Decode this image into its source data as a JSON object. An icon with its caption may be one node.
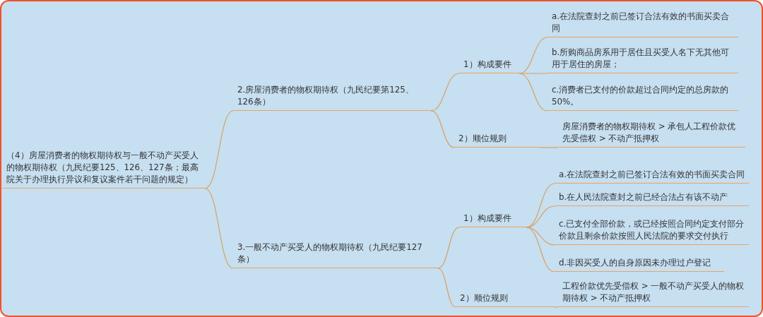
{
  "diagram": {
    "nodes": [
      {
        "text": [
          "（4）房屋消费者的物权期待权与一般不动产买受人的物权期待权（九民纪要125、126、127条；最高院关于办理执行异议和复议案件若干问题的规定）"
        ]
      },
      {
        "text": [
          "2.房屋消费者的物权期待权（九民纪要第125、126条）"
        ]
      },
      {
        "text": [
          "1）构成要件"
        ]
      },
      {
        "text": [
          "a.在法院查封之前已签订合法有效的书面买卖合同"
        ]
      },
      {
        "text": [
          "b.所购商品房系用于居住且买受人名下无其他可用于居住的房屋；"
        ]
      },
      {
        "text": [
          "c.消费者已支付的价款超过合同约定的总房款的50%。"
        ]
      },
      {
        "text": [
          "2）顺位规则"
        ]
      },
      {
        "text": [
          "房屋消费者的物权期待权 > 承包人工程价款优先受偿权 > 不动产抵押权"
        ]
      },
      {
        "text": [
          "3.一般不动产买受人的物权期待权（九民纪要127条）"
        ]
      },
      {
        "text": [
          "1）构成要件"
        ]
      },
      {
        "text": [
          "a.在法院查封之前已签订合法有效的书面买卖合同"
        ]
      },
      {
        "text": [
          "b.在人民法院查封之前已经合法占有该不动产"
        ]
      },
      {
        "text": [
          "c.已支付全部价款，或已经按照合同约定支付部分价款且剩余价款按照人民法院的要求交付执行"
        ]
      },
      {
        "text": [
          "d.非因买受人的自身原因未办理过户登记"
        ]
      },
      {
        "text": [
          "2）顺位规则"
        ]
      },
      {
        "text": [
          "工程价款优先受偿权 > 一般不动产买受人的物权期待权 > 不动产抵押权"
        ]
      }
    ],
    "edges": [
      {
        "from": 0,
        "to": 1,
        "arrow": "none"
      },
      {
        "from": 0,
        "to": 8,
        "arrow": "none"
      },
      {
        "from": 1,
        "to": 2,
        "arrow": "none"
      },
      {
        "from": 1,
        "to": 6,
        "arrow": "none"
      },
      {
        "from": 2,
        "to": 3,
        "arrow": "none"
      },
      {
        "from": 2,
        "to": 4,
        "arrow": "none"
      },
      {
        "from": 2,
        "to": 5,
        "arrow": "none"
      },
      {
        "from": 6,
        "to": 7,
        "arrow": "none"
      },
      {
        "from": 8,
        "to": 9,
        "arrow": "none"
      },
      {
        "from": 8,
        "to": 14,
        "arrow": "none"
      },
      {
        "from": 9,
        "to": 10,
        "arrow": "none"
      },
      {
        "from": 9,
        "to": 11,
        "arrow": "none"
      },
      {
        "from": 9,
        "to": 12,
        "arrow": "none"
      },
      {
        "from": 9,
        "to": 13,
        "arrow": "none"
      },
      {
        "from": 14,
        "to": 15,
        "arrow": "none"
      }
    ]
  }
}
